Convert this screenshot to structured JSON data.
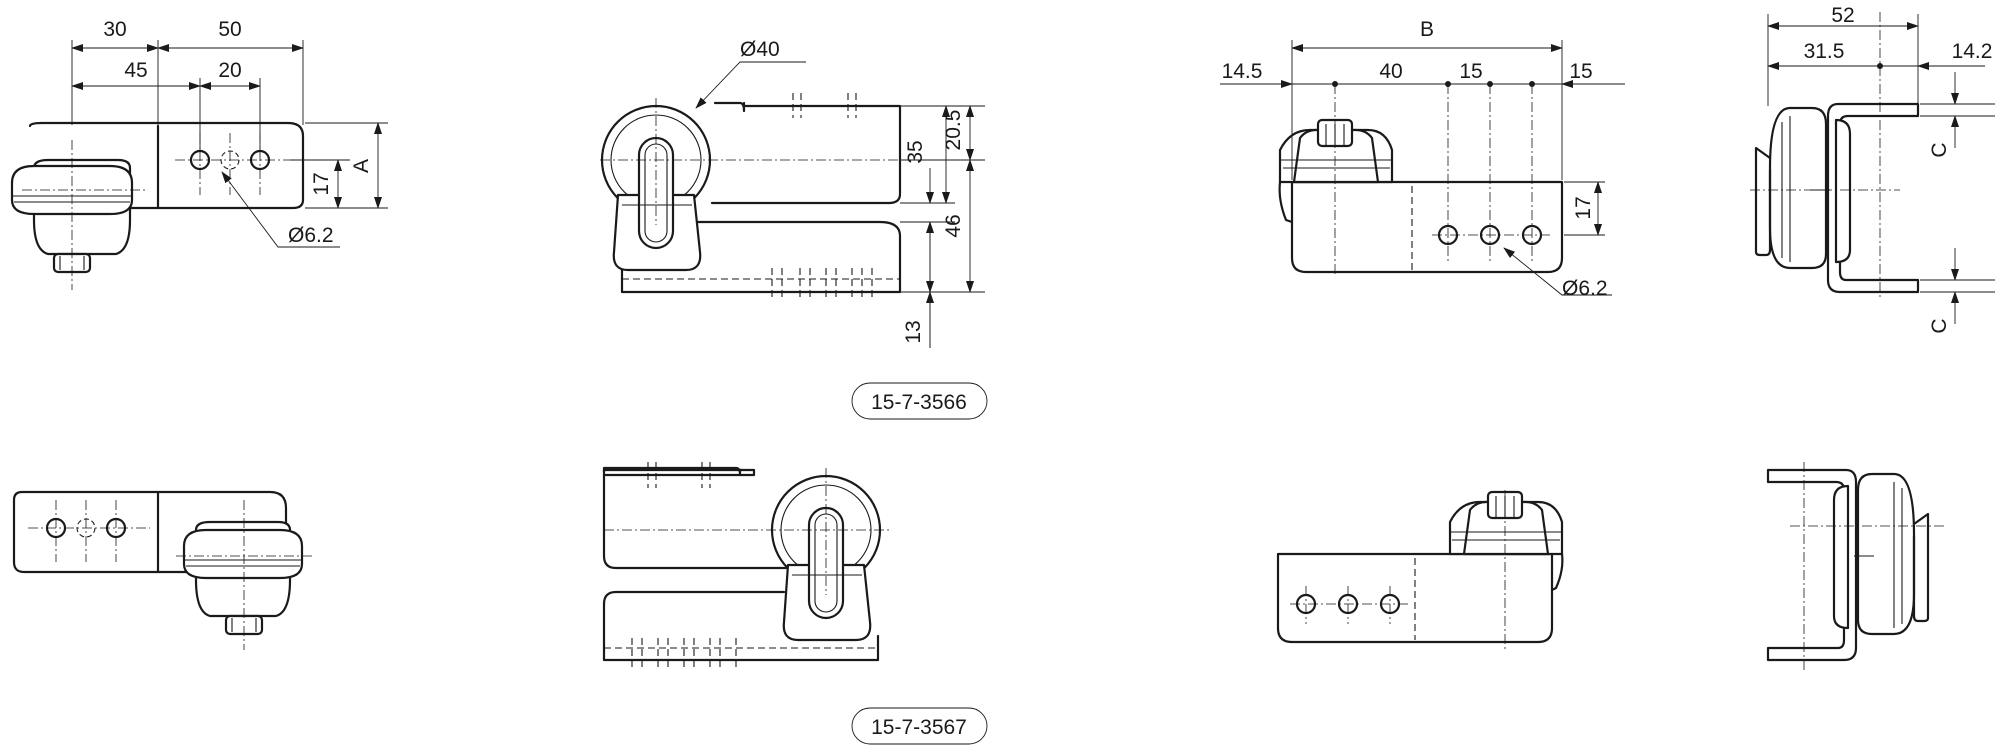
{
  "dimensions": {
    "d30": "30",
    "d50": "50",
    "d45": "45",
    "d20": "20",
    "d17": "17",
    "dA": "A",
    "dia62": "Ø6.2",
    "dia40": "Ø40",
    "d35": "35",
    "d20_5": "20.5",
    "d46": "46",
    "d13": "13",
    "dB": "B",
    "d14_5": "14.5",
    "d40": "40",
    "d15": "15",
    "d52": "52",
    "d31_5": "31.5",
    "d14_2": "14.2",
    "dC": "C"
  },
  "part_numbers": {
    "top": "15-7-3566",
    "bottom": "15-7-3567"
  }
}
